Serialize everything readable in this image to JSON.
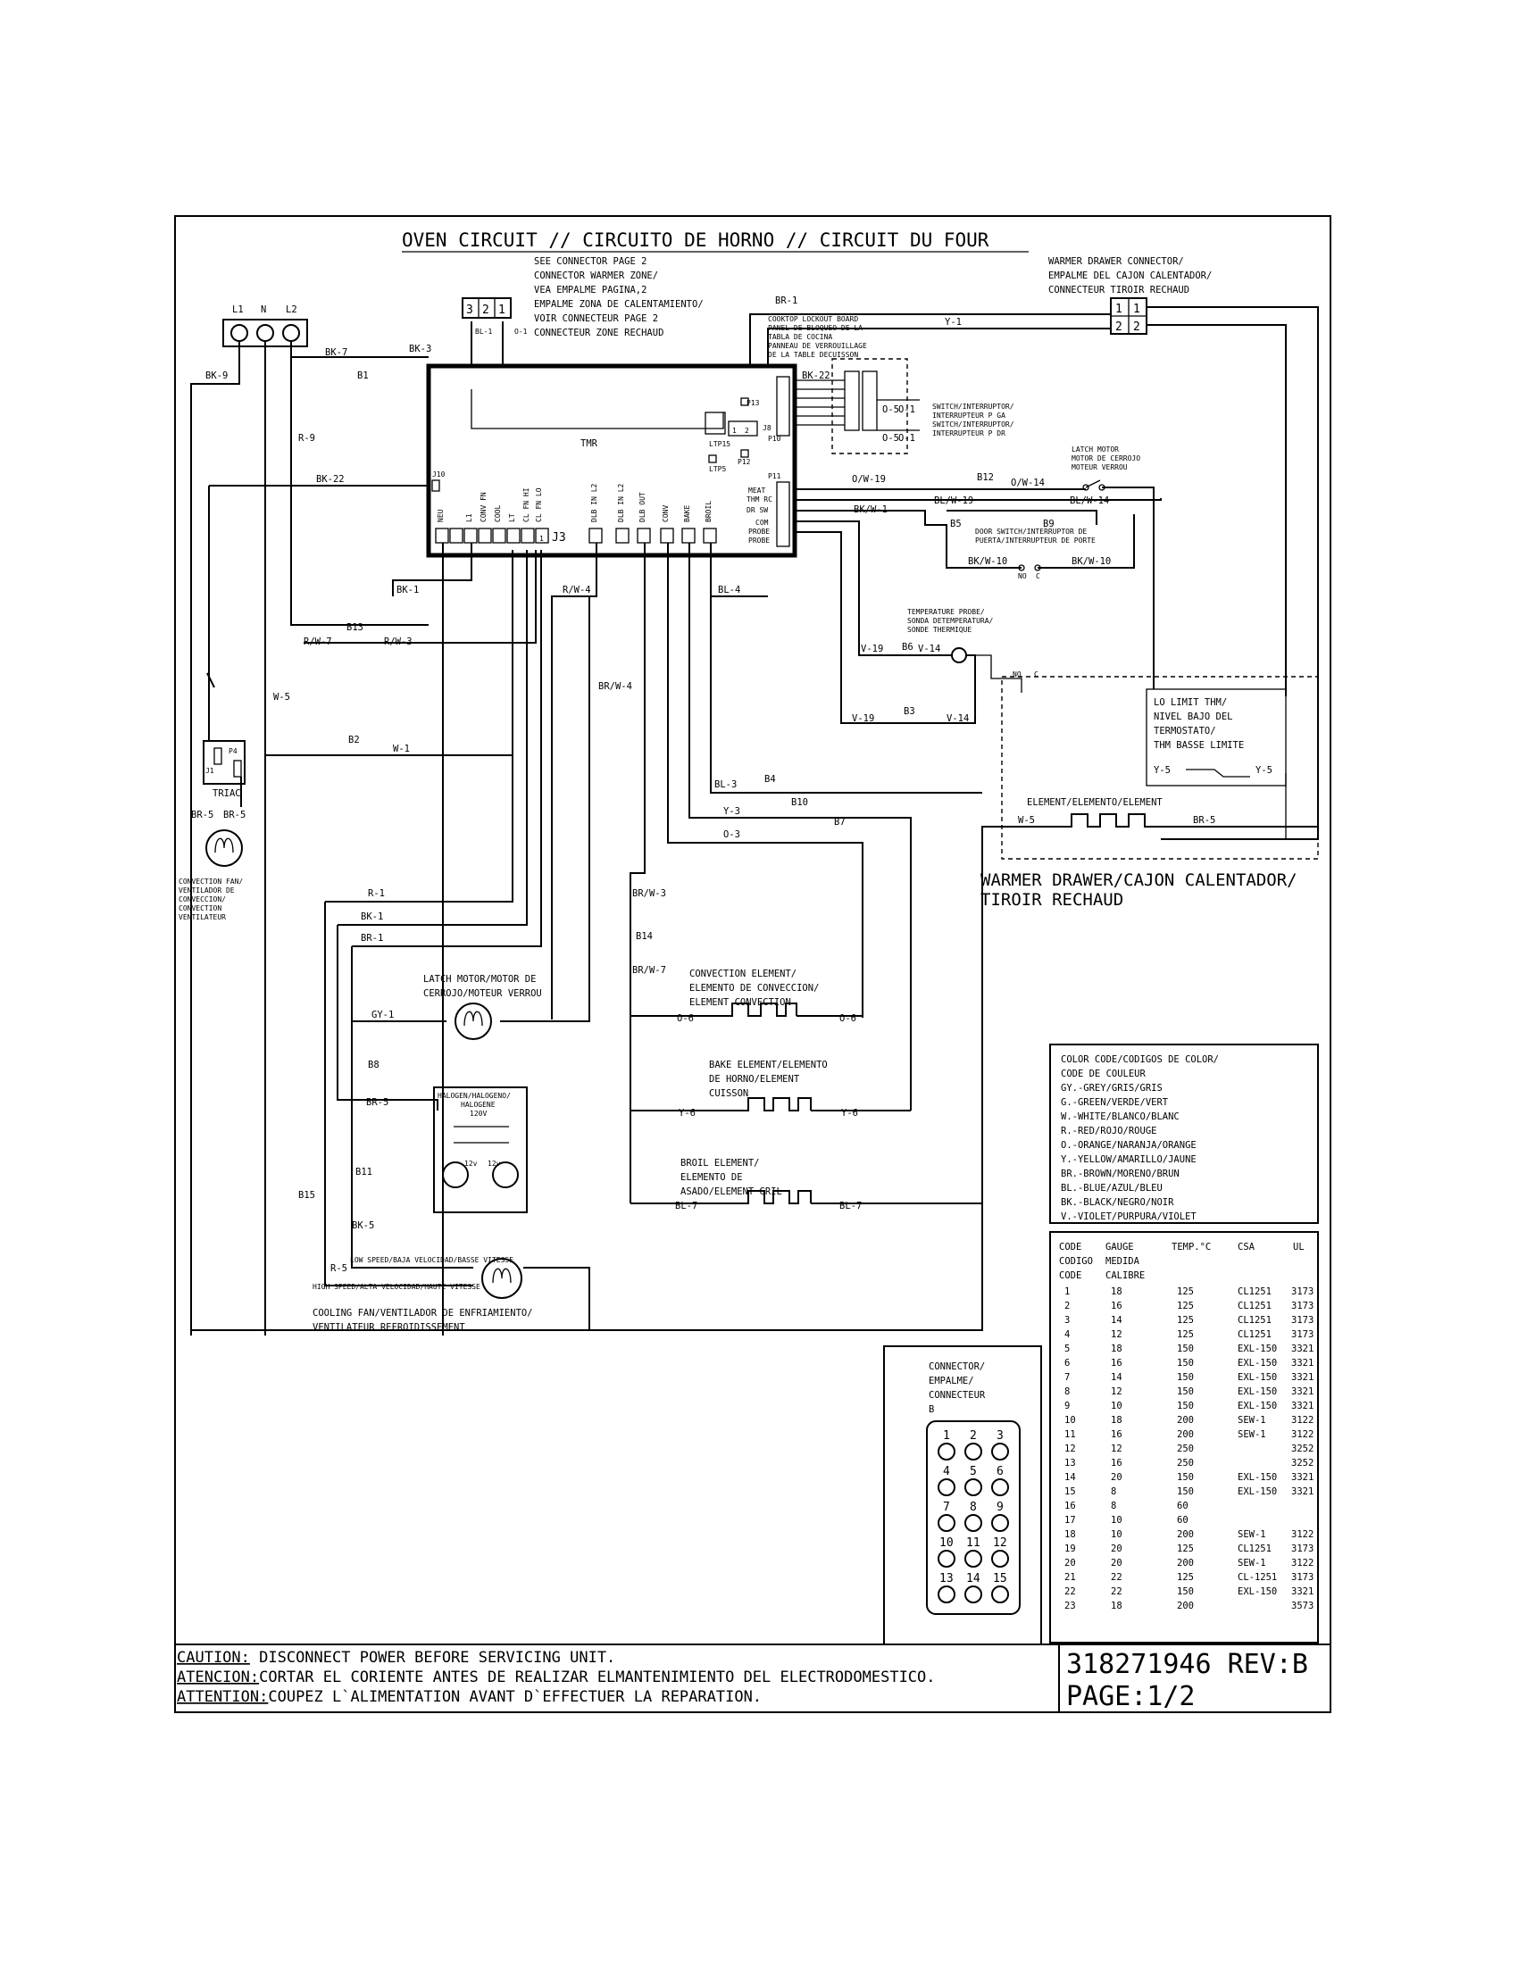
{
  "title": "OVEN CIRCUIT // CIRCUITO DE HORNO // CIRCUIT DU FOUR",
  "warmer_zone_note": [
    "SEE CONNECTOR PAGE 2",
    "CONNECTOR WARMER ZONE/",
    "VEA EMPALME PAGINA,2",
    "EMPALME ZONA DE CALENTAMIENTO/",
    "VOIR CONNECTEUR PAGE 2",
    "CONNECTEUR ZONE RECHAUD"
  ],
  "warmer_drawer_connector": [
    "WARMER DRAWER CONNECTOR/",
    "EMPALME DEL CAJON CALENTADOR/",
    "CONNECTEUR TIROIR RECHAUD"
  ],
  "power_terminals": [
    "L1",
    "N",
    "L2"
  ],
  "connector_pins_321": [
    "3",
    "2",
    "1"
  ],
  "cooktop_lockout": [
    "COOKTOP LOCKOUT BOARD",
    "PANEL DE BLOQUEO DE LA",
    "TABLA DE COCINA",
    "PANNEAU DE VERROUILLAGE",
    "DE LA TABLE DECUISSON"
  ],
  "switch_labels": [
    "SWITCH/INTERRUPTOR/",
    "INTERRUPTEUR P GA",
    "SWITCH/INTERRUPTOR/",
    "INTERRUPTEUR P DR"
  ],
  "latch_motor_right": [
    "LATCH MOTOR",
    "MOTOR DE CERROJO",
    "MOTEUR VERROU"
  ],
  "door_switch": [
    "DOOR SWITCH/INTERRUPTOR DE",
    "PUERTA/INTERRUPTEUR DE PORTE"
  ],
  "temp_probe": [
    "TEMPERATURE PROBE/",
    "SONDA DETEMPERATURA/",
    "SONDE THERMIQUE"
  ],
  "lo_limit": [
    "LO LIMIT THM/",
    "NIVEL BAJO DEL",
    "TERMOSTATO/",
    "THM BASSE LIMITE"
  ],
  "warmer_element": "ELEMENT/ELEMENTO/ELEMENT",
  "warmer_drawer": [
    "WARMER DRAWER/CAJON CALENTADOR/",
    "TIROIR RECHAUD"
  ],
  "convection_fan": [
    "CONVECTION FAN/",
    "VENTILADOR DE",
    "CONVECCION/",
    "CONVECTION",
    "VENTILATEUR"
  ],
  "triac": "TRIAC",
  "latch_motor_left": [
    "LATCH MOTOR/MOTOR DE",
    "CERROJO/MOTEUR VERROU"
  ],
  "halogen": [
    "HALOGEN/HALOGENO/",
    "HALOGENE",
    "120V"
  ],
  "convection_element": [
    "CONVECTION ELEMENT/",
    "ELEMENTO DE CONVECCION/",
    "ELEMENT CONVECTION"
  ],
  "bake_element": [
    "BAKE ELEMENT/ELEMENTO",
    "DE HORNO/ELEMENT",
    "CUISSON"
  ],
  "broil_element": [
    "BROIL ELEMENT/",
    "ELEMENTO DE",
    "ASADO/ELEMENT GRIL"
  ],
  "cooling_fan": [
    "COOLING FAN/VENTILADOR DE ENFRIAMIENTO/",
    "VENTILATEUR REFROIDISSEMENT"
  ],
  "fan_speeds": [
    "LOW SPEED/BAJA VELOCIDAD/BASSE VITESSE",
    "HIGH SPEED/ALTA VELOCIDAD/HAUTE VITESSE"
  ],
  "control": {
    "tmr": "TMR",
    "j3": "J3",
    "j1": "J1",
    "p4": "P4",
    "connector_b": [
      "CONNECTOR/",
      "EMPALME/",
      "CONNECTEUR",
      "B"
    ],
    "pin_numbers": [
      "1",
      "2",
      "3",
      "4",
      "5",
      "6",
      "7",
      "8",
      "9",
      "10",
      "11",
      "12",
      "13",
      "14",
      "15"
    ]
  },
  "wires": {
    "bk7": "BK-7",
    "b1": "B1",
    "bk3": "BK-3",
    "bk9": "BK-9",
    "r9": "R-9",
    "bk22": "BK-22",
    "bk22b": "BK-22",
    "br1top": "BR-1",
    "bl1": "BL-1",
    "o1": "O-1",
    "y1": "Y-1",
    "o5a": "O-5",
    "o5b": "O-5",
    "o1a": "O-1",
    "o1b": "O-1",
    "ow19": "O/W-19",
    "b12": "B12",
    "ow14": "O/W-14",
    "blw19": "BL/W-19",
    "blw14": "BL/W-14",
    "bkw1": "BK/W-1",
    "b5": "B5",
    "b9": "B9",
    "bkw10a": "BK/W-10",
    "bkw10b": "BK/W-10",
    "no": "NO",
    "c": "C",
    "no2": "NO",
    "c2": "C",
    "bk1": "BK-1",
    "rw4": "R/W-4",
    "bl4": "BL-4",
    "b13": "B13",
    "rw7": "R/W-7",
    "rw3": "R/W-3",
    "v19a": "V-19",
    "b6": "B6",
    "v14a": "V-14",
    "v19b": "V-19",
    "b3": "B3",
    "v14b": "V-14",
    "w5": "W-5",
    "brw4": "BR/W-4",
    "b2": "B2",
    "w1": "W-1",
    "y5a": "Y-5",
    "y5b": "Y-5",
    "w5b": "W-5",
    "br5r": "BR-5",
    "bl3": "BL-3",
    "b4": "B4",
    "b10": "B10",
    "y3": "Y-3",
    "b7": "B7",
    "o3": "O-3",
    "br5a": "BR-5",
    "br5b": "BR-5",
    "r1": "R-1",
    "bk1b": "BK-1",
    "br1": "BR-1",
    "brw3": "BR/W-3",
    "b14": "B14",
    "brw7": "BR/W-7",
    "gy1": "GY-1",
    "o6a": "O-6",
    "o6b": "O-6",
    "b8": "B8",
    "br5c": "BR-5",
    "y6a": "Y-6",
    "y6b": "Y-6",
    "b11": "B11",
    "b15": "B15",
    "bk5": "BK-5",
    "bl7a": "BL-7",
    "bl7b": "BL-7",
    "r5": "R-5"
  },
  "board_pins": [
    "NEU",
    "L1",
    "CONV FN",
    "COOL",
    "LT",
    "CL FN HI",
    "CL FN LO",
    "DLB IN L2",
    "DLB IN L2",
    "DLB OUT",
    "CONV",
    "BAKE",
    "BROIL",
    "P13",
    "P10",
    "P11",
    "P12",
    "LTP5",
    "LTP15",
    "J10",
    "J8",
    "MEAT",
    "THM",
    "DR SW",
    "COM",
    "PROBE"
  ],
  "board_pin_right": [
    "MEAT",
    "THM RC",
    "DR SW",
    "COM",
    "PROBE",
    "PROBE"
  ],
  "j8_pins": [
    "1",
    "2"
  ],
  "color_code": {
    "title": [
      "COLOR CODE/CODIGOS DE COLOR/",
      "CODE DE COULEUR"
    ],
    "entries": [
      "GY.-GREY/GRIS/GRIS",
      "G.-GREEN/VERDE/VERT",
      "W.-WHITE/BLANCO/BLANC",
      "R.-RED/ROJO/ROUGE",
      "O.-ORANGE/NARANJA/ORANGE",
      "Y.-YELLOW/AMARILLO/JAUNE",
      "BR.-BROWN/MORENO/BRUN",
      "BL.-BLUE/AZUL/BLEU",
      "BK.-BLACK/NEGRO/NOIR",
      "V.-VIOLET/PURPURA/VIOLET"
    ]
  },
  "gauge_table": {
    "headers": [
      "CODE",
      "GAUGE",
      "TEMP.°C",
      "CSA",
      "UL"
    ],
    "headers2": [
      "CODIGO",
      "MEDIDA"
    ],
    "headers3": [
      "CODE",
      "CALIBRE"
    ],
    "rows": [
      [
        "1",
        "18",
        "125",
        "CL1251",
        "3173"
      ],
      [
        "2",
        "16",
        "125",
        "CL1251",
        "3173"
      ],
      [
        "3",
        "14",
        "125",
        "CL1251",
        "3173"
      ],
      [
        "4",
        "12",
        "125",
        "CL1251",
        "3173"
      ],
      [
        "5",
        "18",
        "150",
        "EXL-150",
        "3321"
      ],
      [
        "6",
        "16",
        "150",
        "EXL-150",
        "3321"
      ],
      [
        "7",
        "14",
        "150",
        "EXL-150",
        "3321"
      ],
      [
        "8",
        "12",
        "150",
        "EXL-150",
        "3321"
      ],
      [
        "9",
        "10",
        "150",
        "EXL-150",
        "3321"
      ],
      [
        "10",
        "18",
        "200",
        "SEW-1",
        "3122"
      ],
      [
        "11",
        "16",
        "200",
        "SEW-1",
        "3122"
      ],
      [
        "12",
        "12",
        "250",
        "",
        "3252"
      ],
      [
        "13",
        "16",
        "250",
        "",
        "3252"
      ],
      [
        "14",
        "20",
        "150",
        "EXL-150",
        "3321"
      ],
      [
        "15",
        "8",
        "150",
        "EXL-150",
        "3321"
      ],
      [
        "16",
        "8",
        "60",
        "",
        ""
      ],
      [
        "17",
        "10",
        "60",
        "",
        ""
      ],
      [
        "18",
        "10",
        "200",
        "SEW-1",
        "3122"
      ],
      [
        "19",
        "20",
        "125",
        "CL1251",
        "3173"
      ],
      [
        "20",
        "20",
        "200",
        "SEW-1",
        "3122"
      ],
      [
        "21",
        "22",
        "125",
        "CL-1251",
        "3173"
      ],
      [
        "22",
        "22",
        "150",
        "EXL-150",
        "3321"
      ],
      [
        "23",
        "18",
        "200",
        "",
        "3573"
      ]
    ]
  },
  "caution": {
    "l1_label": "CAUTION:",
    "l1_text": " DISCONNECT POWER BEFORE SERVICING UNIT.",
    "l2_label": "ATENCION:",
    "l2_text": "CORTAR EL CORIENTE ANTES DE REALIZAR ELMANTENIMIENTO DEL ELECTRODOMESTICO.",
    "l3_label": "ATTENTION:",
    "l3_text": "COUPEZ L`ALIMENTATION AVANT D`EFFECTUER LA REPARATION."
  },
  "part_number": "318271946 REV:B",
  "page": "PAGE:1/2"
}
